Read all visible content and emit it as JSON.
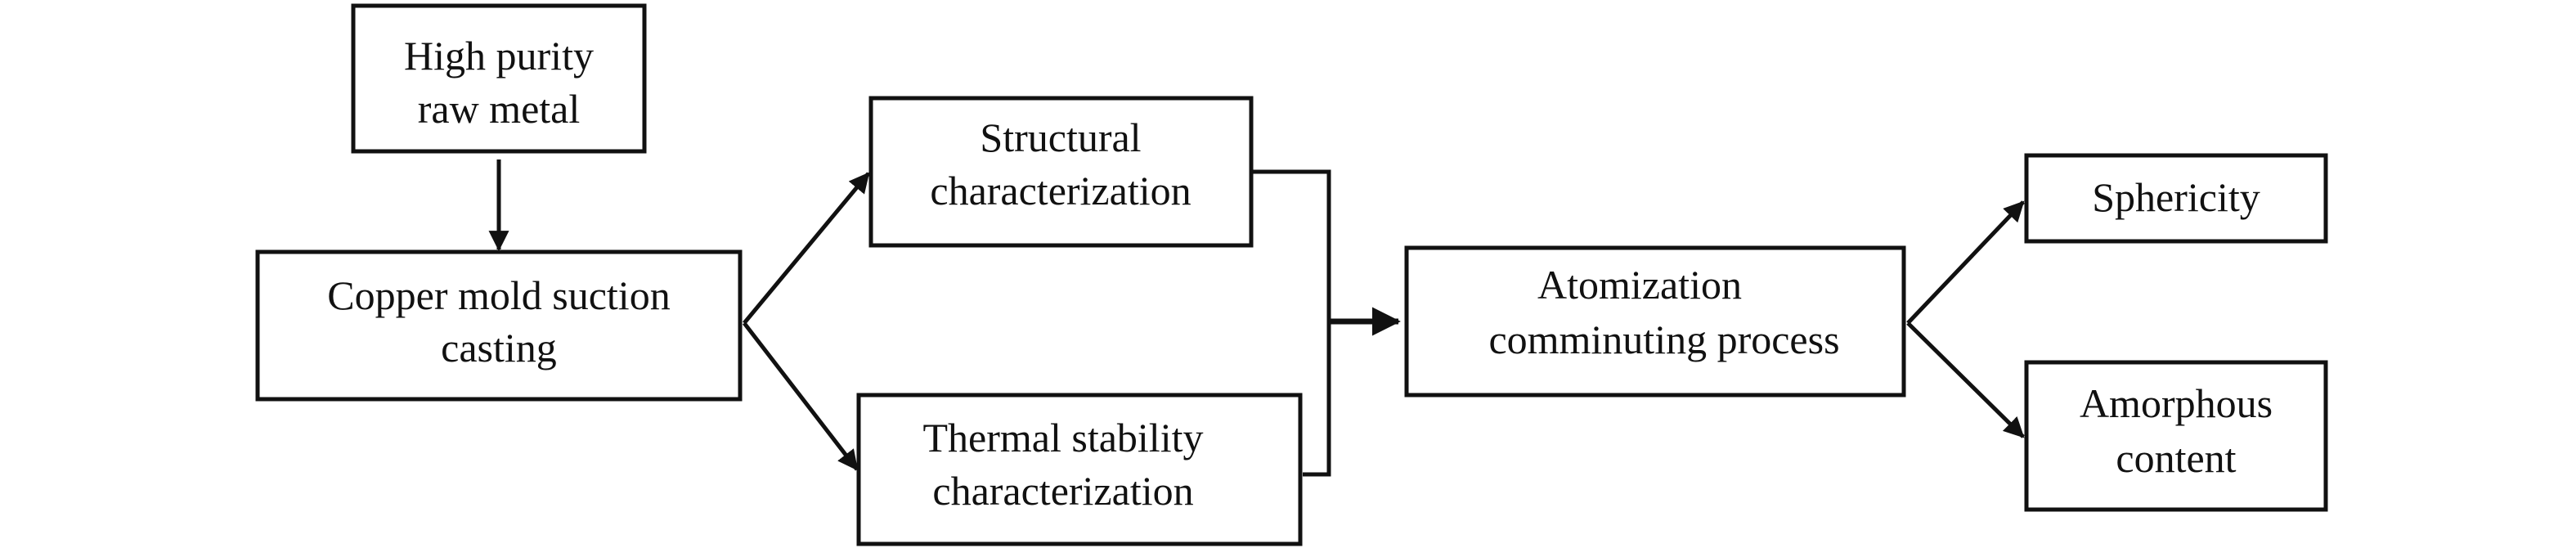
{
  "nodes": {
    "raw_metal": {
      "line1": "High purity",
      "line2": "raw metal"
    },
    "suction_casting": {
      "line1": "Copper mold suction",
      "line2": "casting"
    },
    "structural": {
      "line1": "Structural",
      "line2": "characterization"
    },
    "thermal": {
      "line1": "Thermal stability",
      "line2": "characterization"
    },
    "atomization": {
      "line1": "Atomization",
      "line2": "comminuting process"
    },
    "sphericity": {
      "line1": "Sphericity"
    },
    "amorphous": {
      "line1": "Amorphous",
      "line2": "content"
    }
  },
  "colors": {
    "stroke": "#111111",
    "background": "#ffffff"
  }
}
